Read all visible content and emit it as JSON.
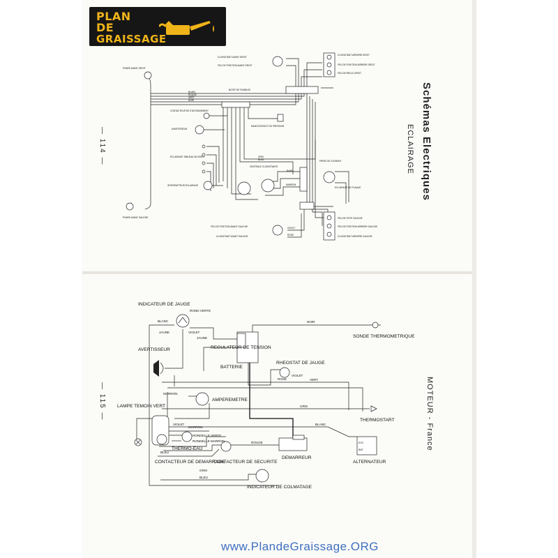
{
  "logo": {
    "line1": "PLAN",
    "line2": "DE",
    "line3": "GRAISSAGE",
    "color": "#f0b41a",
    "icon": "oil-can-icon"
  },
  "page_top": {
    "title": "Schémas Electriques",
    "subtitle": "ECLAIRAGE",
    "page_number": "— 114 —",
    "labels": [
      "PHARE AVANT DROIT",
      "PHARE AVANT GAUCHE",
      "CLIGNOTANT AVANT DROIT",
      "FEU DE POSITION AVANT DROIT",
      "CLIGNOTANT ARRIERE DROIT",
      "FEU DE POSITION ARRIERE DROIT",
      "FEU DE RECUL DROIT",
      "BOITE DE FUSIBLES",
      "CONTACTEUR DE STATIONNEMENT",
      "AVERTISSEUR",
      "ECLAIRAGE TABLEAU DE BORD",
      "INTERRUPTEUR ECLAIRAGE",
      "CENTRALE CLIGNOTANTE",
      "MANOCONTACT DE PRESSION",
      "PRISE DE COURANT",
      "ECLAIRAGE DE PLAQUE",
      "FEU DE STOP GAUCHE",
      "FEU DE POSITION ARRIERE GAUCHE",
      "CLIGNOTANT ARRIERE GAUCHE",
      "FEU DE POSITION AVANT GAUCHE",
      "CLIGNOTANT AVANT GAUCHE"
    ],
    "wire_colors": [
      "BLANC",
      "ROUGE",
      "VERT",
      "NOIR",
      "GRIS",
      "BLEU",
      "JAUNE",
      "MARRON",
      "VIOLET",
      "ROSE"
    ]
  },
  "page_bottom": {
    "section": "MOTEUR - France",
    "page_number": "— 115 —",
    "components": {
      "indicateur_jauge": "INDICATEUR DE JAUGE",
      "regulateur": "REGULATEUR DE TENSION",
      "batterie": "BATTERIE",
      "avertisseur": "AVERTISSEUR",
      "sonde": "SONDE THERMOMETRIQUE",
      "rheostat": "RHEOSTAT DE JAUGE",
      "amperemetre": "AMPEREMETRE",
      "lampe_temoin": "LAMPE TEMOIN VERT",
      "thermostart": "THERMOSTART",
      "thermo_eau": "THERMO-EAU",
      "contacteur_demarrage": "CONTACTEUR DE DEMARRAGE",
      "contacteur_securite": "CONTACTEUR DE SECURITE",
      "demarreur": "DEMARREUR",
      "alternateur": "ALTERNATEUR",
      "colmatage": "INDICATEUR DE COLMATAGE"
    },
    "wires": {
      "rond_verte": "ROND VERTE",
      "blanc": "BLANC",
      "jaune": "JAUNE",
      "violet": "VIOLET",
      "noir": "NOIR",
      "rose": "ROSE",
      "vert": "VERT",
      "marron": "MARRON",
      "gris": "GRIS",
      "rouge": "ROUGE",
      "bleu": "BLEU",
      "rondelle_verte": "RONDELLE VERTE",
      "rondelle_marron": "RONDELLE MARRON",
      "exc": "EXC",
      "bat": "BAT"
    }
  },
  "watermark": "www.PlandeGraissage.ORG"
}
